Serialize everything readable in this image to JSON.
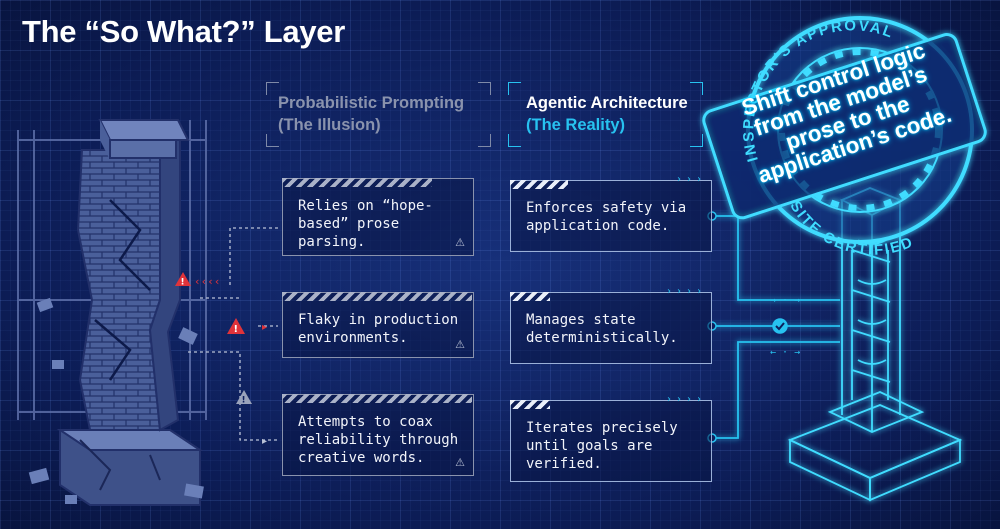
{
  "title": "The “So What?” Layer",
  "left_column": {
    "heading": "Probabilistic Prompting",
    "subheading": "(The Illusion)",
    "cards": [
      {
        "text": "Relies on “hope-based” prose parsing.",
        "icon": "warning-icon"
      },
      {
        "text": "Flaky in production environments.",
        "icon": "warning-icon"
      },
      {
        "text": "Attempts to coax reliability through creative words.",
        "icon": "warning-icon"
      }
    ]
  },
  "right_column": {
    "heading": "Agentic Architecture",
    "subheading": "(The Reality)",
    "cards": [
      {
        "text": "Enforces safety via application code.",
        "icon": "chevron-arrows-icon"
      },
      {
        "text": "Manages state deterministically.",
        "icon": "chevron-arrows-icon"
      },
      {
        "text": "Iterates precisely until goals are verified.",
        "icon": "chevron-arrows-icon"
      }
    ]
  },
  "stamp": {
    "top_arc": "INSPECTOR'S APPROVAL",
    "bottom_arc": "SITE CERTIFIED",
    "message": "Shift control logic from the model’s prose to the application’s code."
  },
  "colors": {
    "background": "#0d1f5c",
    "accent_cyan": "#27c2f0",
    "warning_red": "#e0333a",
    "muted_text": "#8a93ad",
    "brick_blue": "#4a5f9a"
  }
}
